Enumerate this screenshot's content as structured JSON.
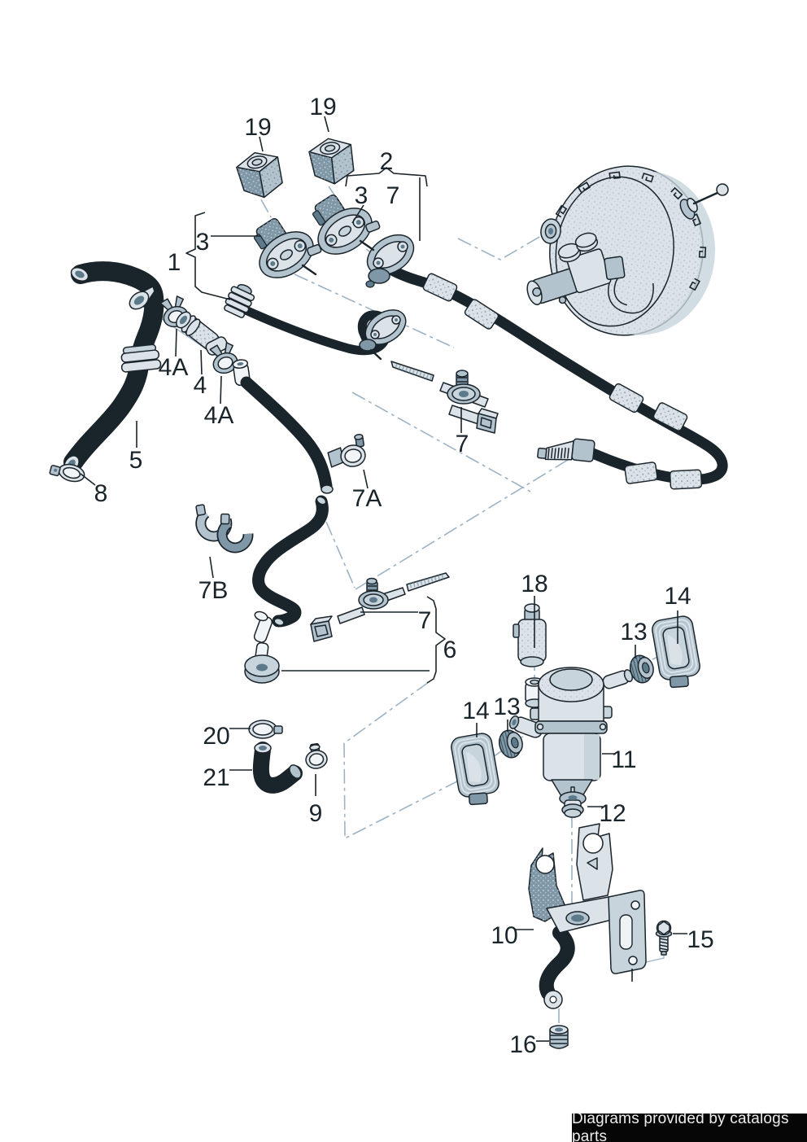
{
  "banner": {
    "text": "Diagrams provided by catalogs parts"
  },
  "colors": {
    "background": "#ffffff",
    "outline": "#1a242b",
    "part_light": "#dbe3e9",
    "part_light2": "#c7d4dc",
    "part_mid": "#b3c3ce",
    "part_dark": "#7f97a6",
    "part_darker": "#5d7a8b",
    "part_white": "#f2f5f7",
    "construction": "#9db3c4",
    "banner_bg": "#060606",
    "banner_fg": "#ededed"
  },
  "callouts": [
    {
      "id": "cap-left",
      "text": "19"
    },
    {
      "id": "cap-right",
      "text": "19"
    },
    {
      "id": "pipe-assembly",
      "text": "2"
    },
    {
      "id": "sensor-right",
      "text": "3"
    },
    {
      "id": "grommet-pipe",
      "text": "7"
    },
    {
      "id": "sensor-left",
      "text": "3"
    },
    {
      "id": "vacuum-pipe-group",
      "text": "1"
    },
    {
      "id": "clamp-a",
      "text": "4A"
    },
    {
      "id": "connector-hose",
      "text": "4"
    },
    {
      "id": "clamp-b",
      "text": "4A"
    },
    {
      "id": "main-hose",
      "text": "5"
    },
    {
      "id": "hose-clamp",
      "text": "8"
    },
    {
      "id": "pipe-clip",
      "text": "7A"
    },
    {
      "id": "retaining-clips",
      "text": "7B"
    },
    {
      "id": "tie-upper",
      "text": "7"
    },
    {
      "id": "tie-lower",
      "text": "7"
    },
    {
      "id": "valve-group",
      "text": "6"
    },
    {
      "id": "pressure-sensor",
      "text": "18"
    },
    {
      "id": "seal-right",
      "text": "14"
    },
    {
      "id": "connector-right",
      "text": "13"
    },
    {
      "id": "seal-left",
      "text": "14"
    },
    {
      "id": "connector-left",
      "text": "13"
    },
    {
      "id": "vacuum-pump",
      "text": "11"
    },
    {
      "id": "clamp-valve",
      "text": "20"
    },
    {
      "id": "grommet-pump",
      "text": "12"
    },
    {
      "id": "elbow-hose",
      "text": "21"
    },
    {
      "id": "clamp-elbow",
      "text": "9"
    },
    {
      "id": "bracket",
      "text": "10"
    },
    {
      "id": "screw",
      "text": "15"
    },
    {
      "id": "nut",
      "text": "16"
    }
  ]
}
